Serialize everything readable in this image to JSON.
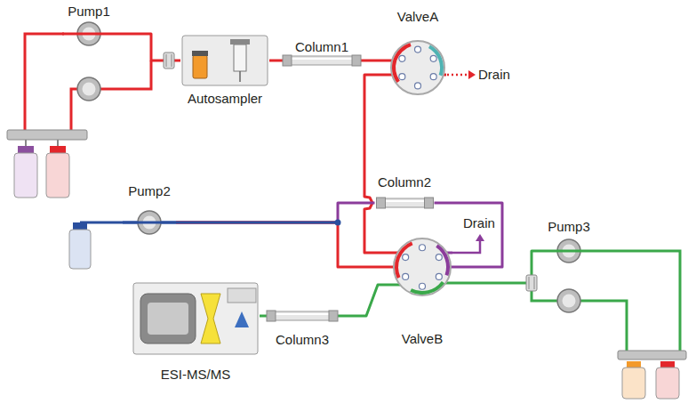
{
  "diagram": {
    "nodes": [
      {
        "text": [
          "Pump1"
        ]
      },
      {
        "text": [
          "Autosampler"
        ]
      },
      {
        "text": [
          "Column1"
        ]
      },
      {
        "text": [
          "ValveA"
        ]
      },
      {
        "text": [
          "Pump2"
        ]
      },
      {
        "text": [
          "Column2"
        ]
      },
      {
        "text": [
          "Pump3"
        ]
      },
      {
        "text": [
          "ValveB"
        ]
      },
      {
        "text": [
          "Column3"
        ]
      },
      {
        "text": [
          "ESI-MS/MS"
        ]
      }
    ],
    "edges": [
      {
        "from": 0,
        "to": 1,
        "arrow": "none"
      },
      {
        "from": 1,
        "to": 2,
        "arrow": "none"
      },
      {
        "from": 2,
        "to": 3,
        "arrow": "none"
      },
      {
        "from": 3,
        "to": 7,
        "arrow": "none"
      },
      {
        "from": 4,
        "to": 5,
        "arrow": "none"
      },
      {
        "from": 4,
        "to": 7,
        "arrow": "none"
      },
      {
        "from": 5,
        "to": 7,
        "arrow": "none"
      },
      {
        "from": 6,
        "to": 7,
        "arrow": "none"
      },
      {
        "from": 7,
        "to": 8,
        "arrow": "none"
      },
      {
        "from": 8,
        "to": 9,
        "arrow": "none"
      }
    ],
    "labels": [
      "Drain",
      "Drain"
    ]
  }
}
